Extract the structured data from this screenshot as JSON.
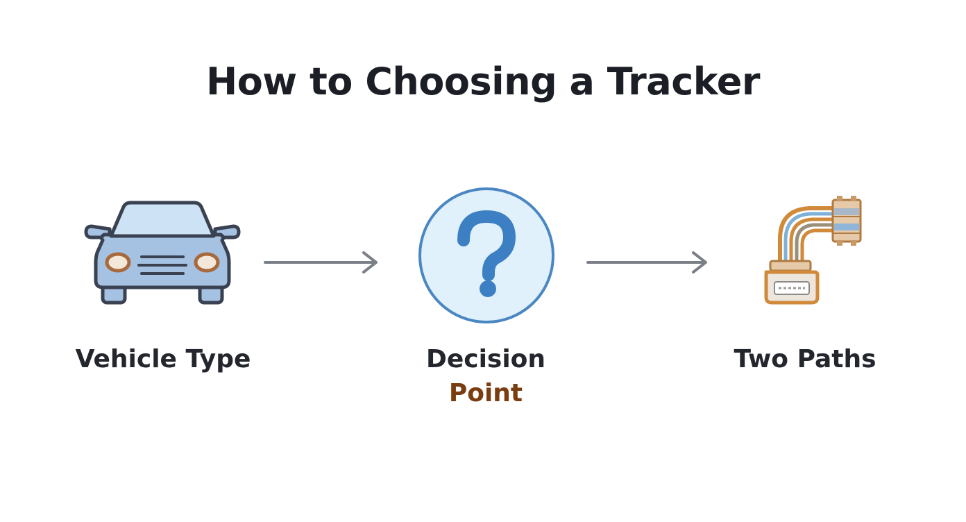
{
  "title": "How to Choosing a Tracker",
  "nodes": [
    {
      "icon": "car-icon",
      "label": "Vehicle Type"
    },
    {
      "icon": "question-circle-icon",
      "label_line1": "Decision",
      "label_line2": "Point"
    },
    {
      "icon": "obd-cable-icon",
      "label": "Two Paths"
    }
  ],
  "colors": {
    "car_fill": "#a5c2e3",
    "car_stroke": "#3a4150",
    "headlight": "#a86a3c",
    "circle_fill": "#e0f1fb",
    "circle_stroke": "#4a86c2",
    "question_mark": "#3c80c3",
    "arrow": "#7b8087",
    "cable_orange": "#d08a3a",
    "cable_blue": "#7fb0d8",
    "accent_text": "#7a3d0f"
  }
}
